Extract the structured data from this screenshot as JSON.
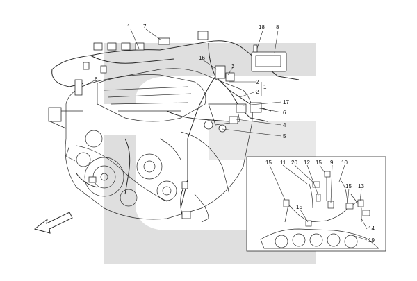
{
  "colors": {
    "watermark": "#d9d9d9",
    "line": "#2a2a2a",
    "part": "#555555",
    "background": "#ffffff"
  },
  "callouts": [
    {
      "id": "c1a",
      "text": "1"
    },
    {
      "id": "c7",
      "text": "7"
    },
    {
      "id": "c18",
      "text": "18"
    },
    {
      "id": "c8",
      "text": "8"
    },
    {
      "id": "c6a",
      "text": "6"
    },
    {
      "id": "c16",
      "text": "16"
    },
    {
      "id": "c3",
      "text": "3"
    },
    {
      "id": "c2a",
      "text": "2"
    },
    {
      "id": "c1b",
      "text": "1"
    },
    {
      "id": "c2b",
      "text": "2"
    },
    {
      "id": "c17",
      "text": "17"
    },
    {
      "id": "c6b",
      "text": "6"
    },
    {
      "id": "c4",
      "text": "4"
    },
    {
      "id": "c5",
      "text": "5"
    }
  ],
  "inset": {
    "callouts": [
      {
        "id": "i15a",
        "text": "15"
      },
      {
        "id": "i11",
        "text": "11"
      },
      {
        "id": "i20",
        "text": "20"
      },
      {
        "id": "i12",
        "text": "12"
      },
      {
        "id": "i15b",
        "text": "15"
      },
      {
        "id": "i9",
        "text": "9"
      },
      {
        "id": "i10",
        "text": "10"
      },
      {
        "id": "i15c",
        "text": "15"
      },
      {
        "id": "i13",
        "text": "13"
      },
      {
        "id": "i15d",
        "text": "15"
      },
      {
        "id": "i14",
        "text": "14"
      },
      {
        "id": "i19",
        "text": "19"
      }
    ]
  }
}
